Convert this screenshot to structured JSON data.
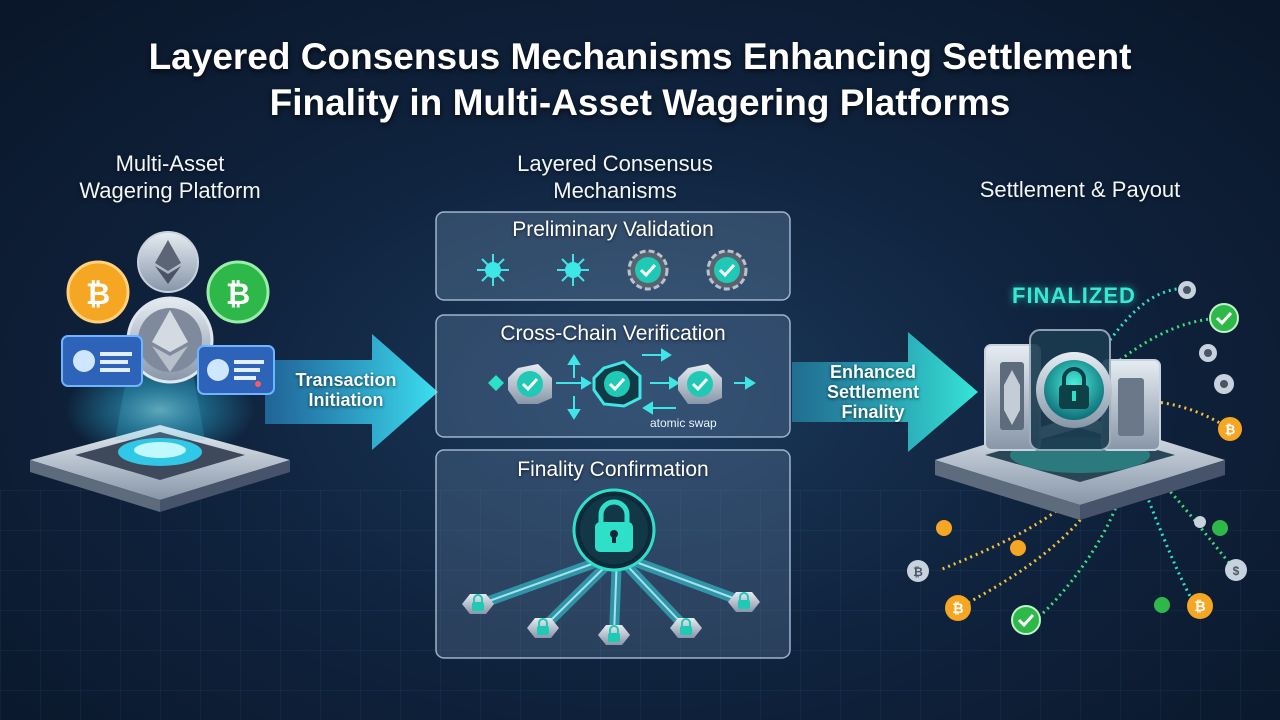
{
  "title": {
    "line1": "Layered Consensus Mechanisms Enhancing Settlement",
    "line2": "Finality in Multi-Asset Wagering Platforms"
  },
  "left": {
    "heading_line1": "Multi-Asset",
    "heading_line2": "Wagering Platform",
    "coins": [
      "ethereum-icon",
      "bitcoin-icon",
      "bitcoin-cash-icon"
    ]
  },
  "arrow1": {
    "line1": "Transaction",
    "line2": "Initiation"
  },
  "middle": {
    "heading_line1": "Layered Consensus",
    "heading_line2": "Mechanisms",
    "panels": {
      "preliminary": {
        "title": "Preliminary Validation"
      },
      "crosschain": {
        "title": "Cross-Chain Verification",
        "note": "atomic swap"
      },
      "finality": {
        "title": "Finality Confirmation"
      }
    }
  },
  "arrow2": {
    "line1": "Enhanced",
    "line2": "Settlement",
    "line3": "Finality"
  },
  "right": {
    "heading": "Settlement & Payout",
    "status": "FINALIZED"
  },
  "colors": {
    "accent_teal": "#2fe0c8",
    "bitcoin_orange": "#f5a623",
    "bitcoin_cash_green": "#2eb84a",
    "background": "#10243f"
  }
}
